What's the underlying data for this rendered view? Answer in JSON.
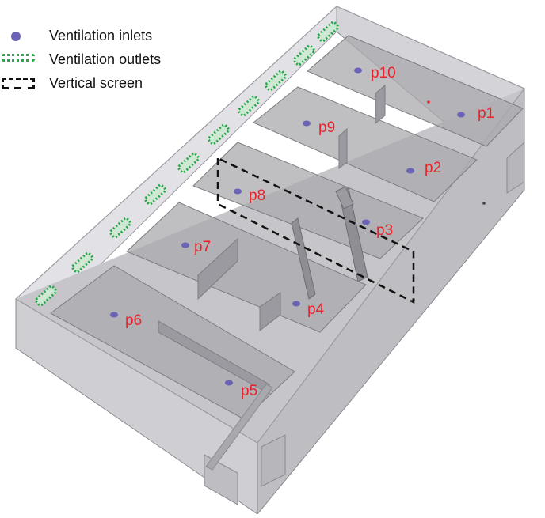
{
  "legend": {
    "inlets": "Ventilation inlets",
    "outlets": "Ventilation outlets",
    "screen": "Vertical screen"
  },
  "colors": {
    "inlet": "#6b63b5",
    "outlet": "#22a845",
    "label": "#e8232b",
    "screen": "#111111",
    "room_fill": "#c4c4c8",
    "table_fill": "#b2b2b6"
  },
  "points": {
    "p1": "p1",
    "p2": "p2",
    "p3": "p3",
    "p4": "p4",
    "p5": "p5",
    "p6": "p6",
    "p7": "p7",
    "p8": "p8",
    "p9": "p9",
    "p10": "p10"
  }
}
